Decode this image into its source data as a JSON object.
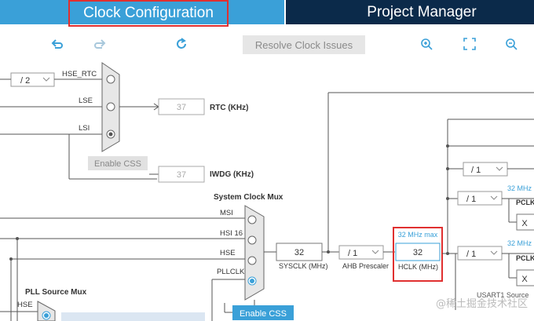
{
  "tabs": {
    "clock_configuration": "Clock Configuration",
    "project_manager": "Project Manager"
  },
  "toolbar": {
    "resolve_label": "Resolve Clock Issues",
    "icons": [
      "undo-icon",
      "redo-icon",
      "refresh-icon",
      "zoom-in-icon",
      "fit-screen-icon",
      "zoom-out-icon"
    ]
  },
  "rtc": {
    "prescaler": "/ 2",
    "hse_rtc": "HSE_RTC",
    "lse": "LSE",
    "lsi": "LSI",
    "value": "37",
    "label": "RTC (KHz)",
    "enable_css": "Enable CSS"
  },
  "iwdg": {
    "value": "37",
    "label": "IWDG (KHz)"
  },
  "sysclk_mux": {
    "title": "System Clock Mux",
    "msi": "MSI",
    "hsi16": "HSI 16",
    "hse": "HSE",
    "pllclk": "PLLCLK",
    "enable_css": "Enable CSS"
  },
  "sysclk": {
    "value": "32",
    "label": "SYSCLK (MHz)"
  },
  "ahb": {
    "prescaler": "/ 1",
    "label": "AHB Prescaler"
  },
  "hclk": {
    "max": "32 MHz max",
    "value": "32",
    "label": "HCLK (MHz)"
  },
  "right_side": {
    "div_top": "/ 1",
    "apb1_div": "/ 1",
    "apb2_div": "/ 1",
    "mhz_1": "32 MHz",
    "mhz_2": "32 MHz",
    "pclk_1": "PCLK",
    "pclk_2": "PCLK",
    "x_1": "X",
    "x_2": "X",
    "usart1": "USART1 Source"
  },
  "pll": {
    "title": "PLL Source Mux",
    "hse": "HSE"
  },
  "watermark": "@稀土掘金技术社区",
  "colors": {
    "tab_active": "#3aa0d8",
    "tab_inactive": "#0b2a4a",
    "highlight": "#e03030",
    "accent": "#3aa0d8",
    "enable_css_blue": "#3aa0d8"
  }
}
